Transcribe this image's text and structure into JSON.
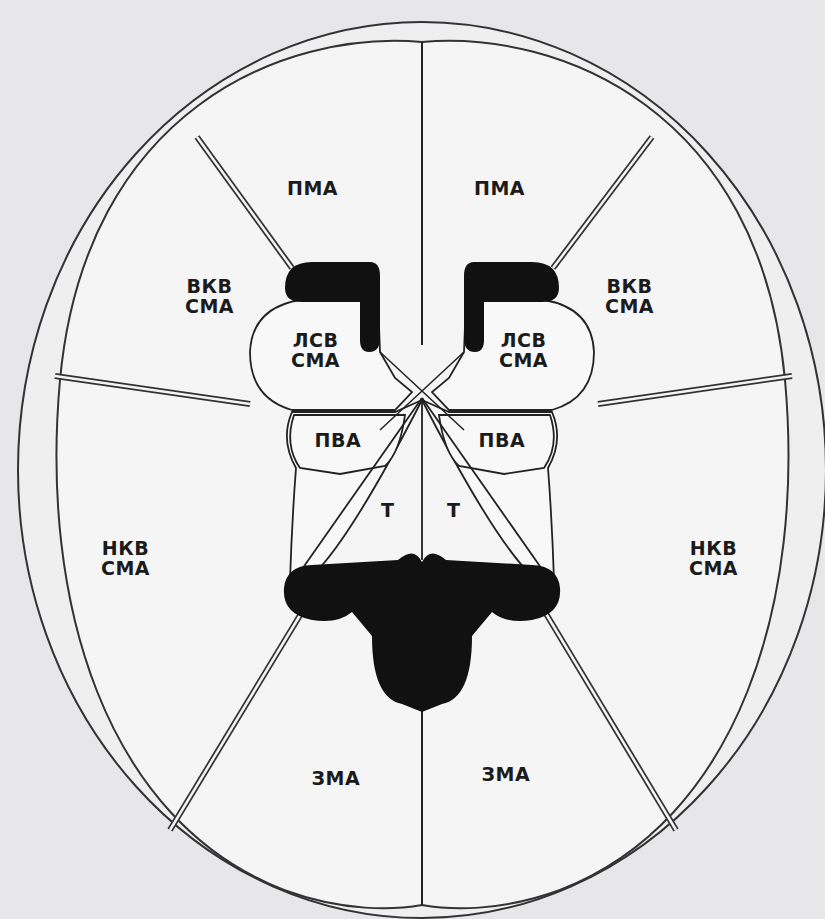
{
  "diagram": {
    "nodes": [
      {
        "text": [
          "ПМА"
        ]
      },
      {
        "text": [
          "ПМА"
        ]
      },
      {
        "text": [
          "ВКВ СМА"
        ]
      },
      {
        "text": [
          "ВКВ СМА"
        ]
      },
      {
        "text": [
          "ЛСВ СМА"
        ]
      },
      {
        "text": [
          "ЛСВ СМА"
        ]
      },
      {
        "text": [
          "ПВА"
        ]
      },
      {
        "text": [
          "ПВА"
        ]
      },
      {
        "text": [
          "Т"
        ]
      },
      {
        "text": [
          "Т"
        ]
      },
      {
        "text": [
          "НКВ СМА"
        ]
      },
      {
        "text": [
          "НКВ СМА"
        ]
      },
      {
        "text": [
          "ЗМА"
        ]
      },
      {
        "text": [
          "ЗМА"
        ]
      }
    ]
  }
}
